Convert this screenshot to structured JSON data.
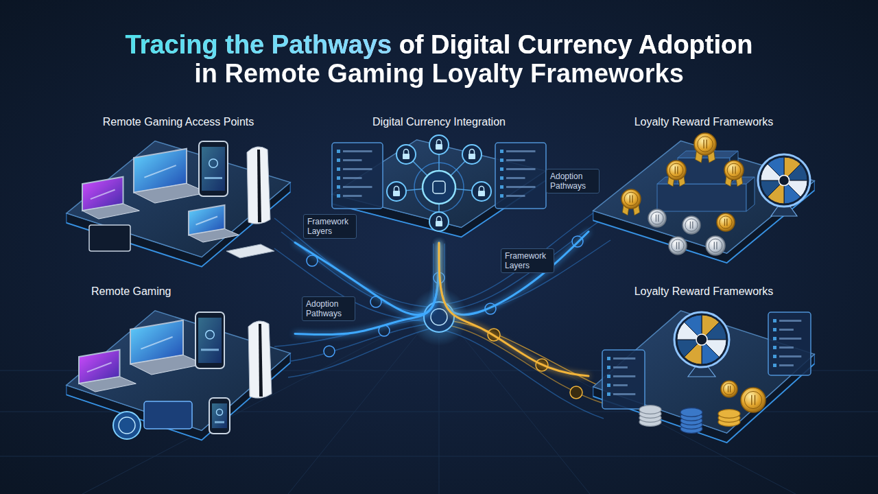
{
  "diagram": {
    "title": "Tracing the Pathways of Digital Currency Adoption in Remote Gaming Loyalty Frameworks",
    "nodes": [
      {
        "text": [
          "Remote Gaming Access Points"
        ]
      },
      {
        "text": [
          "Digital Currency Integration"
        ]
      },
      {
        "text": [
          "Loyalty Reward Frameworks"
        ]
      },
      {
        "text": [
          "Remote Gaming"
        ]
      },
      {
        "text": [
          "Loyalty Reward Frameworks"
        ]
      }
    ],
    "edges": [
      {
        "from": 0,
        "to": 1,
        "arrow": "none"
      },
      {
        "from": 3,
        "to": 1,
        "arrow": "none"
      },
      {
        "from": 1,
        "to": 2,
        "arrow": "none"
      },
      {
        "from": 1,
        "to": 4,
        "arrow": "none"
      }
    ],
    "labels": [
      "Adoption Pathways",
      "Framework Layers",
      "Framework Layers",
      "Adoption Pathways"
    ]
  }
}
